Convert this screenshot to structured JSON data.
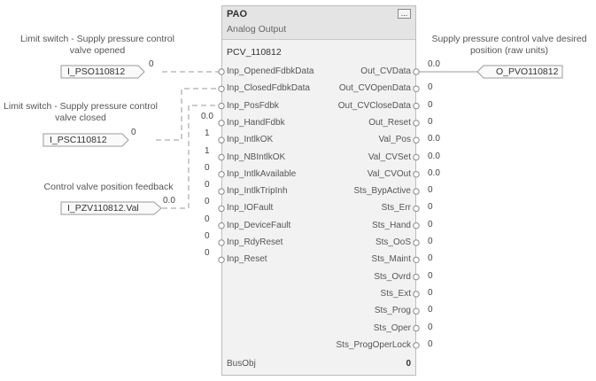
{
  "block": {
    "type": "PAO",
    "description": "Analog Output",
    "tag": "PCV_110812",
    "ellipsis": "...",
    "inputs": [
      {
        "name": "Inp_OpenedFdbkData",
        "value": ""
      },
      {
        "name": "Inp_ClosedFdbkData",
        "value": ""
      },
      {
        "name": "Inp_PosFdbk",
        "value": ""
      },
      {
        "name": "Inp_HandFdbk",
        "value": "0.0"
      },
      {
        "name": "Inp_IntlkOK",
        "value": "1"
      },
      {
        "name": "Inp_NBIntlkOK",
        "value": "1"
      },
      {
        "name": "Inp_IntlkAvailable",
        "value": "0"
      },
      {
        "name": "Inp_IntlkTripInh",
        "value": "0"
      },
      {
        "name": "Inp_IOFault",
        "value": "0"
      },
      {
        "name": "Inp_DeviceFault",
        "value": "0"
      },
      {
        "name": "Inp_RdyReset",
        "value": "0"
      },
      {
        "name": "Inp_Reset",
        "value": "0"
      }
    ],
    "outputs": [
      {
        "name": "Out_CVData",
        "value": "0.0"
      },
      {
        "name": "Out_CVOpenData",
        "value": "0"
      },
      {
        "name": "Out_CVCloseData",
        "value": "0"
      },
      {
        "name": "Out_Reset",
        "value": "0"
      },
      {
        "name": "Val_Pos",
        "value": "0.0"
      },
      {
        "name": "Val_CVSet",
        "value": "0.0"
      },
      {
        "name": "Val_CVOut",
        "value": "0.0"
      },
      {
        "name": "Sts_BypActive",
        "value": "0"
      },
      {
        "name": "Sts_Err",
        "value": "0"
      },
      {
        "name": "Sts_Hand",
        "value": "0"
      },
      {
        "name": "Sts_OoS",
        "value": "0"
      },
      {
        "name": "Sts_Maint",
        "value": "0"
      },
      {
        "name": "Sts_Ovrd",
        "value": "0"
      },
      {
        "name": "Sts_Ext",
        "value": "0"
      },
      {
        "name": "Sts_Prog",
        "value": "0"
      },
      {
        "name": "Sts_Oper",
        "value": "0"
      },
      {
        "name": "Sts_ProgOperLock",
        "value": "0"
      }
    ],
    "busobj_label": "BusObj",
    "busobj_value": "0"
  },
  "input_refs": [
    {
      "tag": "I_PSO110812",
      "value": "0",
      "description": "Limit switch - Supply pressure control valve opened"
    },
    {
      "tag": "I_PSC110812",
      "value": "0",
      "description": "Limit switch - Supply pressure control valve closed"
    },
    {
      "tag": "I_PZV110812.Val",
      "value": "0.0",
      "description": "Control valve position feedback"
    }
  ],
  "output_refs": [
    {
      "tag": "O_PVO110812",
      "description": "Supply pressure control valve desired position (raw units)"
    }
  ]
}
